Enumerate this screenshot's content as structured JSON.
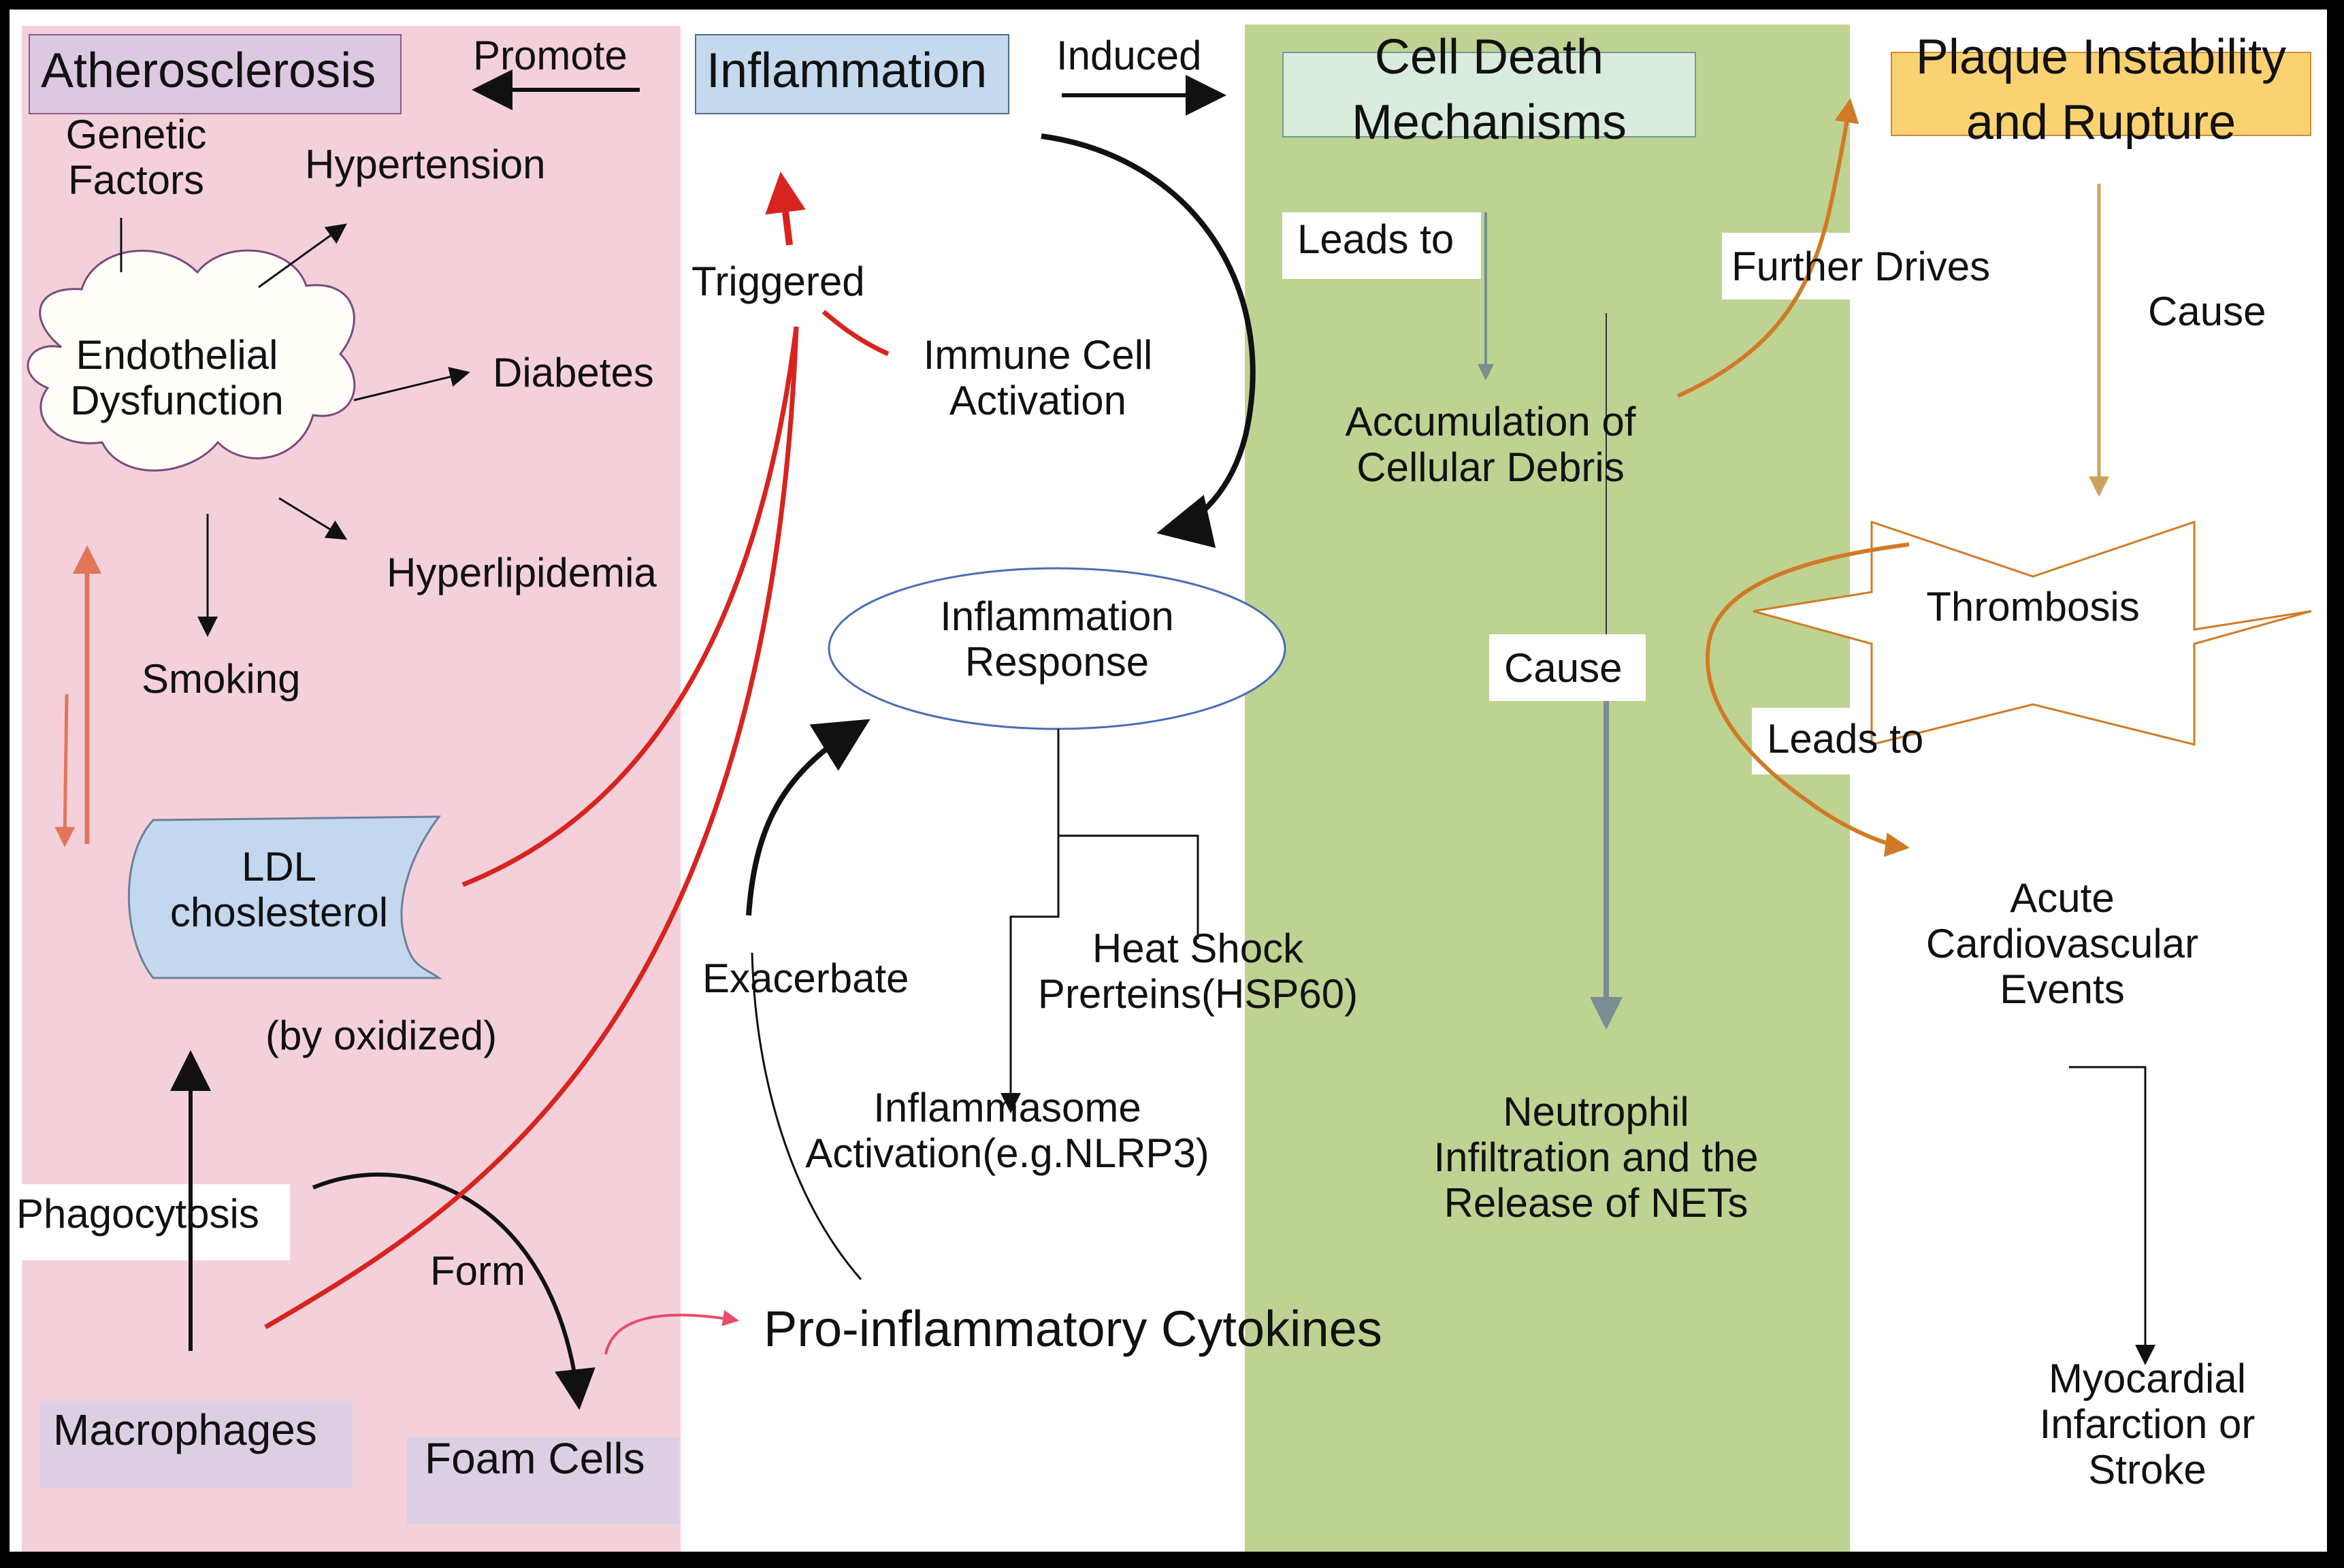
{
  "diagram": {
    "colors": {
      "pink_panel": "#f4d1da",
      "green_panel": "#bed292",
      "atherosclerosis_box": "#dcc8e0",
      "inflammation_box": "#c4d8ee",
      "cell_death_box": "#d9ebdd",
      "plaque_box": "#fbd271",
      "ldl_shape": "#c3d7ef",
      "macrophage_box": "#dccfe3",
      "red_arrow": "#d8231f",
      "orange_arrow": "#d17a26",
      "gray_arrow": "#788e90",
      "gold_arrow": "#cba35a"
    },
    "headers": {
      "atherosclerosis": "Atherosclerosis",
      "inflammation": "Inflammation",
      "cell_death_line1": "Cell Death",
      "cell_death_line2": "Mechanisms",
      "plaque_line1": "Plaque Instability",
      "plaque_line2": "and Rupture"
    },
    "edge_labels": {
      "promote": "Promote",
      "induced": "Induced",
      "triggered": "Triggered",
      "exacerbate": "Exacerbate",
      "phagocytosis": "Phagocytosis",
      "form": "Form",
      "leads_to_1": "Leads to",
      "further_drives": "Further Drives",
      "cause_1": "Cause",
      "cause_2": "Cause",
      "leads_to_2": "Leads to"
    },
    "nodes": {
      "genetic_factors_line1": "Genetic",
      "genetic_factors_line2": "Factors",
      "hypertension": "Hypertension",
      "endothelial_line1": "Endothelial",
      "endothelial_line2": "Dysfunction",
      "diabetes": "Diabetes",
      "hyperlipidemia": "Hyperlipidemia",
      "smoking": "Smoking",
      "ldl_line1": "LDL",
      "ldl_line2": "choslesterol",
      "by_oxidized": "(by oxidized)",
      "macrophages": "Macrophages",
      "foam_cells": "Foam Cells",
      "immune_line1": "Immune Cell",
      "immune_line2": "Activation",
      "inflammation_response_line1": "Inflammation",
      "inflammation_response_line2": "Response",
      "hsp_line1": "Heat Shock",
      "hsp_line2": "Prerteins(HSP60)",
      "inflammasome_line1": "Inflammasome",
      "inflammasome_line2": "Activation(e.g.NLRP3)",
      "cytokines": "Pro-inflammatory Cytokines",
      "accumulation_line1": "Accumulation of",
      "accumulation_line2": "Cellular Debris",
      "neutrophil_line1": "Neutrophil",
      "neutrophil_line2": "Infiltration and the",
      "neutrophil_line3": "Release of NETs",
      "thrombosis": "Thrombosis",
      "acute_line1": "Acute",
      "acute_line2": "Cardiovascular",
      "acute_line3": "Events",
      "mi_line1": "Myocardial",
      "mi_line2": "Infarction or",
      "mi_line3": "Stroke"
    }
  }
}
